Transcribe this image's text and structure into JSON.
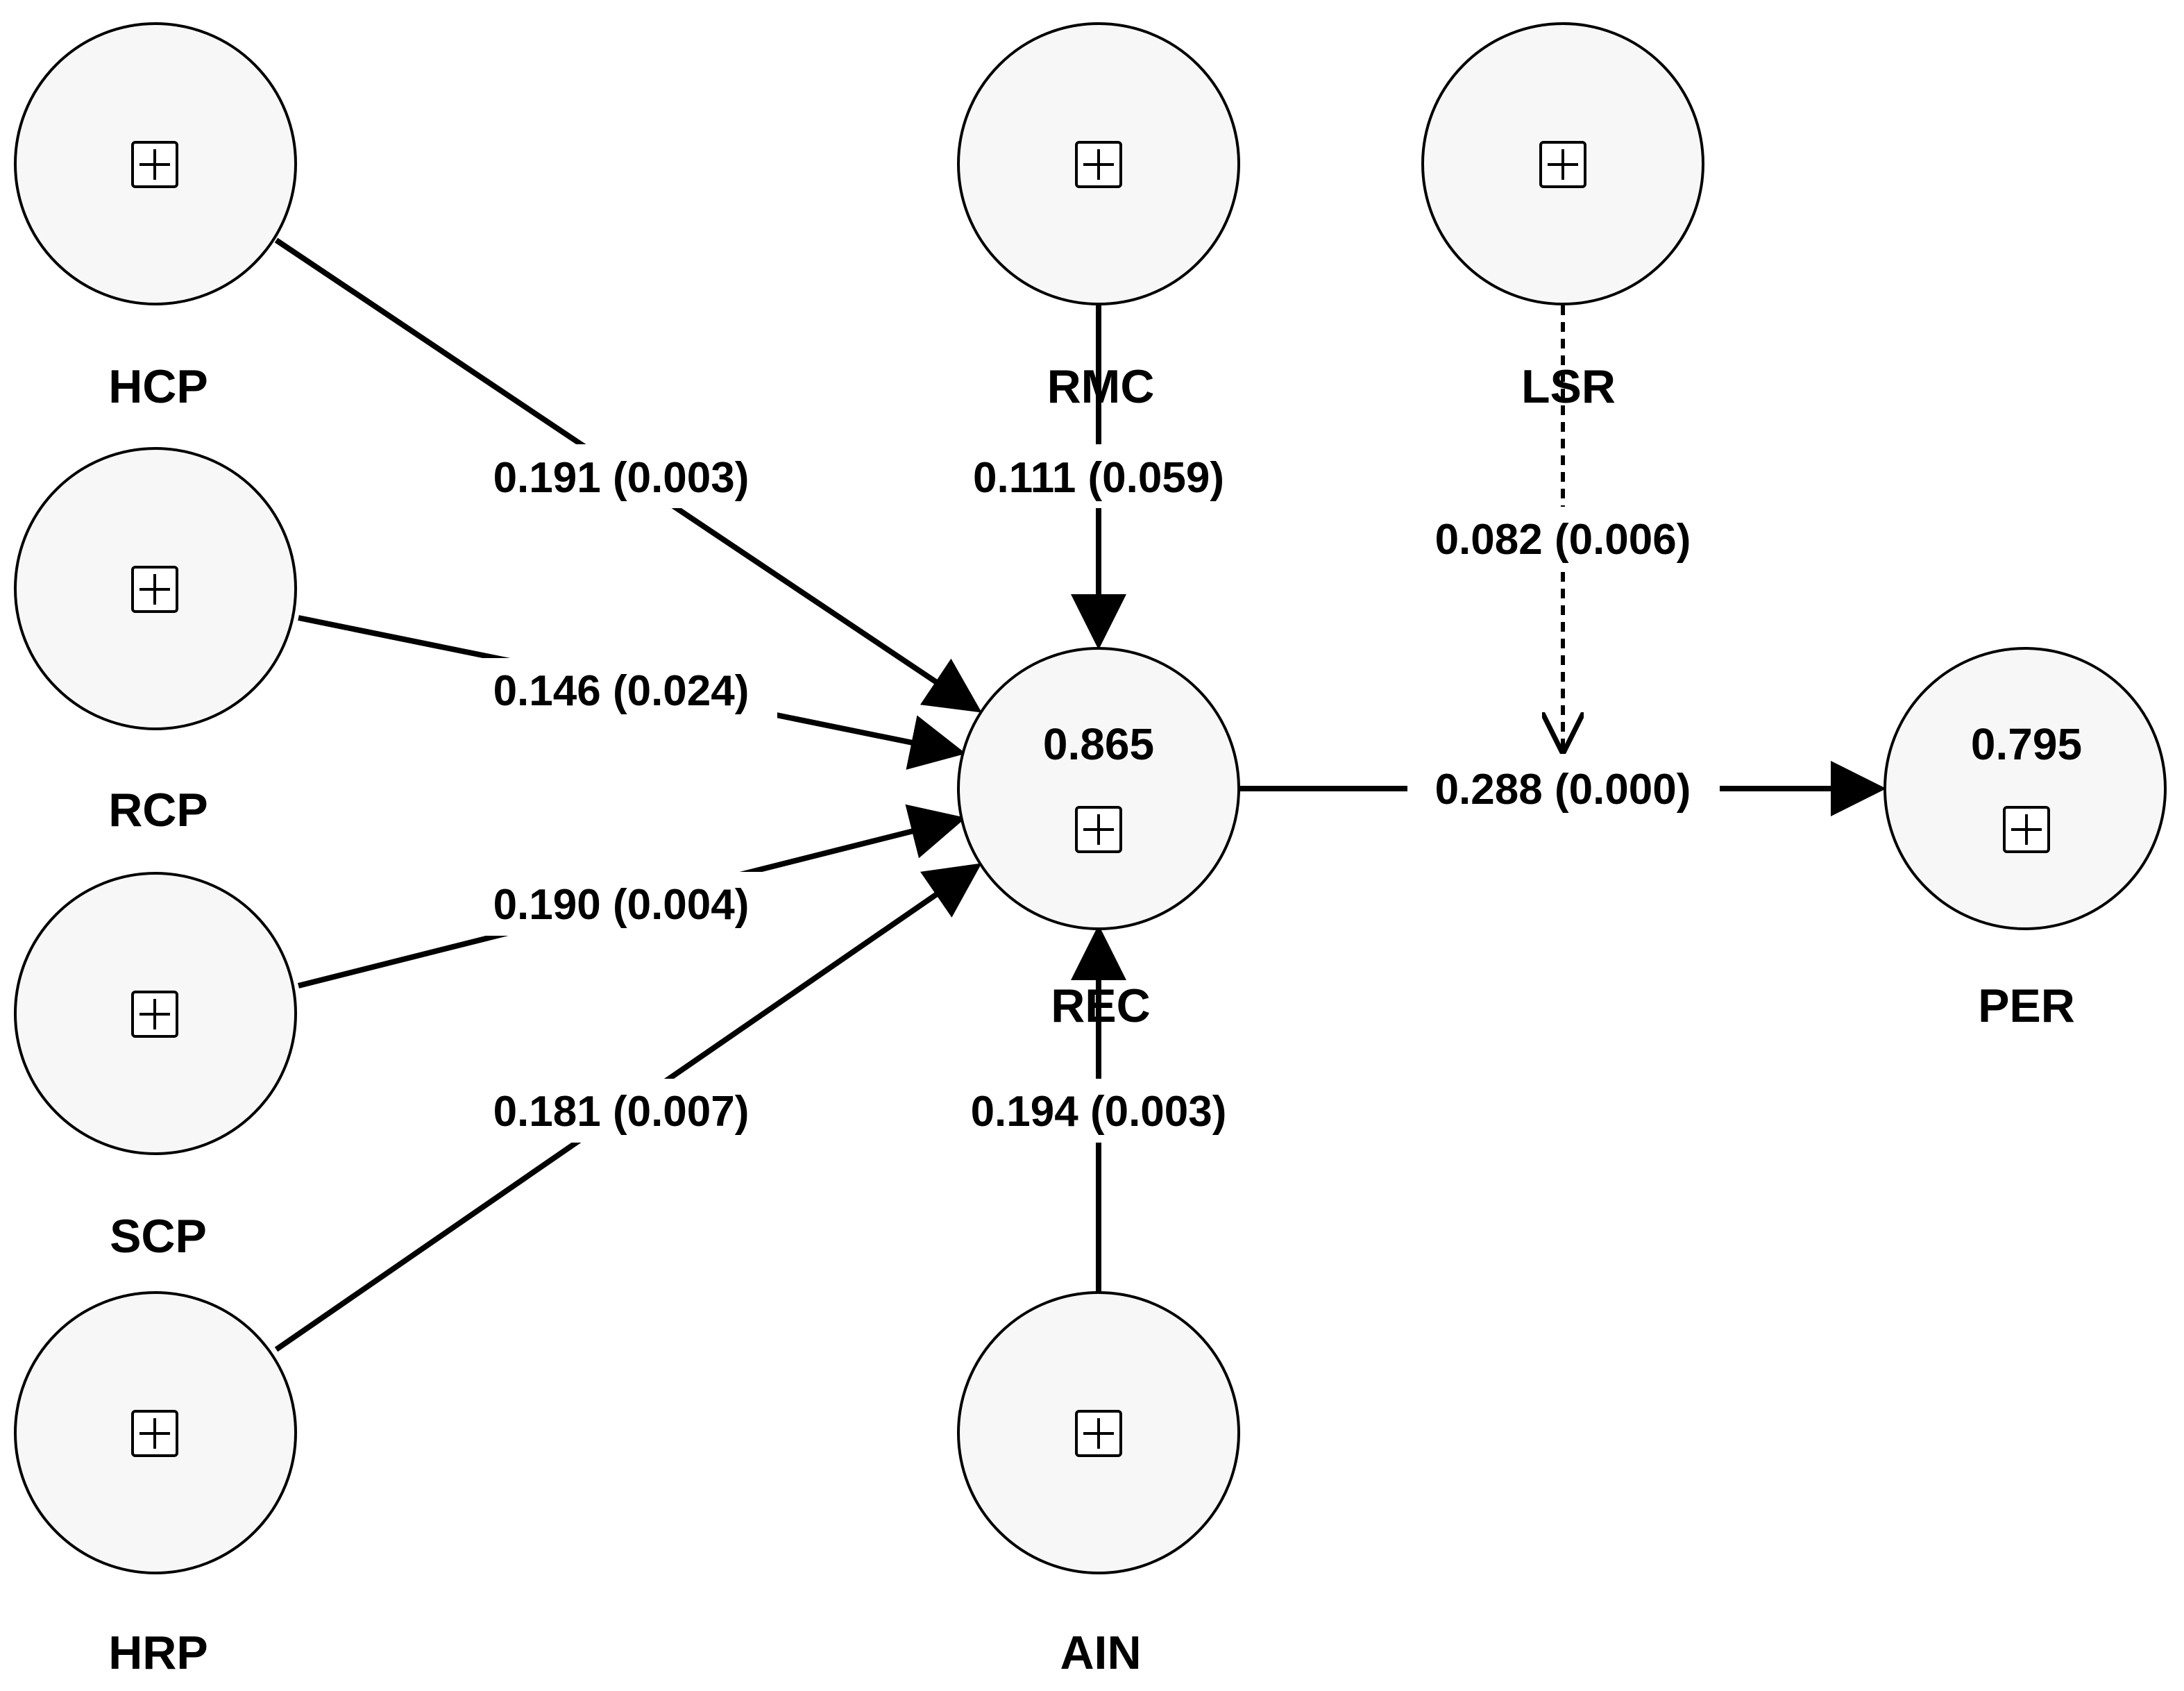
{
  "nodes": {
    "hcp": {
      "label": "HCP"
    },
    "rcp": {
      "label": "RCP"
    },
    "scp": {
      "label": "SCP"
    },
    "hrp": {
      "label": "HRP"
    },
    "rmc": {
      "label": "RMC"
    },
    "lsr": {
      "label": "LSR"
    },
    "rec": {
      "label": "REC",
      "r2": "0.865"
    },
    "ain": {
      "label": "AIN"
    },
    "per": {
      "label": "PER",
      "r2": "0.795"
    }
  },
  "edges": {
    "hcp_rec": {
      "label": "0.191 (0.003)"
    },
    "rcp_rec": {
      "label": "0.146 (0.024)"
    },
    "scp_rec": {
      "label": "0.190 (0.004)"
    },
    "hrp_rec": {
      "label": "0.181 (0.007)"
    },
    "rmc_rec": {
      "label": "0.111 (0.059)"
    },
    "ain_rec": {
      "label": "0.194 (0.003)"
    },
    "lsr_mod": {
      "label": "0.082 (0.006)"
    },
    "rec_per": {
      "label": "0.288 (0.000)"
    }
  }
}
